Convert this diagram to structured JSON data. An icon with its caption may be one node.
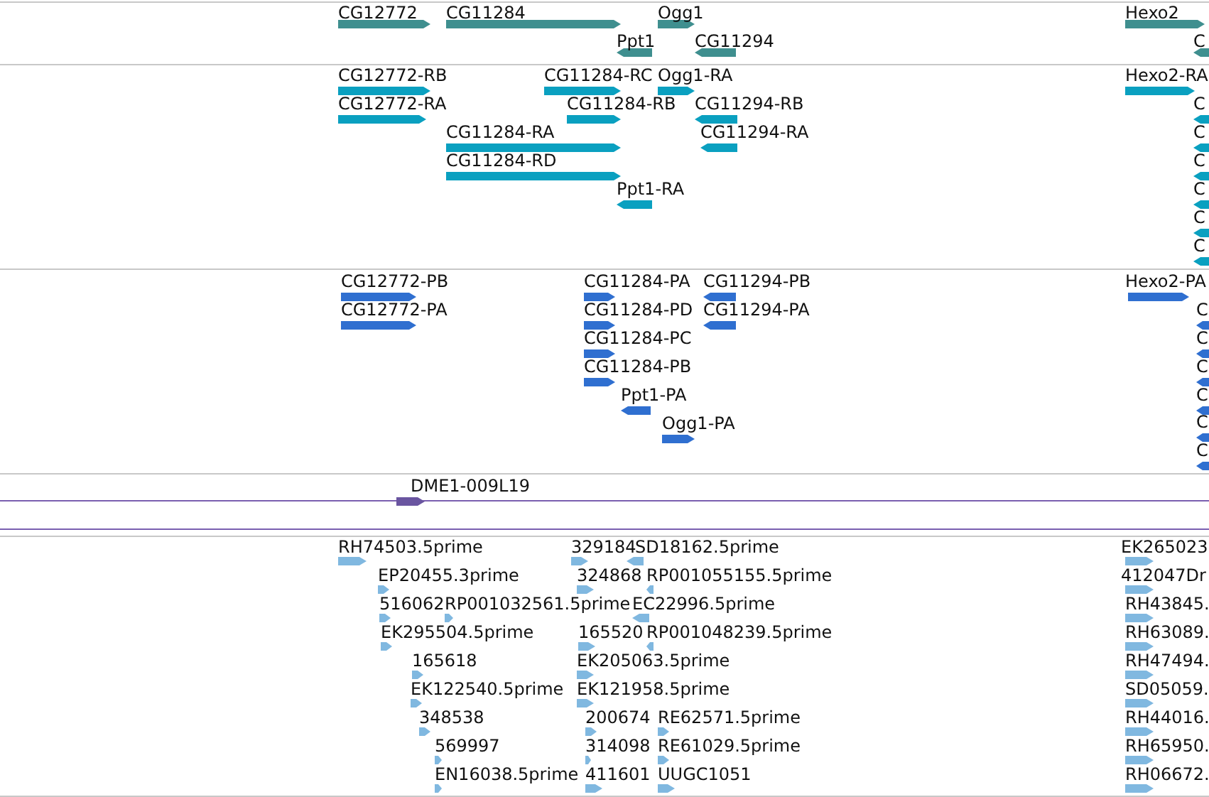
{
  "diagram": {
    "labels": [
      "CG12772",
      "CG11284",
      "Ogg1",
      "Hexo2",
      "Ppt1",
      "CG11294",
      "C",
      "CG12772-RB",
      "CG11284-RC",
      "Ogg1-RA",
      "Hexo2-RA",
      "CG12772-RA",
      "CG11284-RB",
      "CG11294-RB",
      "C",
      "CG11284-RA",
      "CG11294-RA",
      "C",
      "CG11284-RD",
      "C",
      "Ppt1-RA",
      "C",
      "C",
      "C",
      "CG12772-PB",
      "CG11284-PA",
      "CG11294-PB",
      "Hexo2-PA",
      "CG12772-PA",
      "CG11284-PD",
      "CG11294-PA",
      "C",
      "CG11284-PC",
      "C",
      "CG11284-PB",
      "C",
      "Ppt1-PA",
      "C",
      "Ogg1-PA",
      "C",
      "C",
      "DME1-009L19",
      "RH74503.5prime",
      "329184",
      "SD18162.5prime",
      "EK265023",
      "EP20455.3prime",
      "324868",
      "RP001055155.5prime",
      "412047Dr",
      "516062",
      "RP001032561.5prime",
      "EC22996.5prime",
      "RH43845.",
      "EK295504.5prime",
      "165520",
      "RP001048239.5prime",
      "RH63089.",
      "165618",
      "EK205063.5prime",
      "RH47494.",
      "EK122540.5prime",
      "EK121958.5prime",
      "SD05059.",
      "348538",
      "200674",
      "RE62571.5prime",
      "RH44016.",
      "569997",
      "314098",
      "RE61029.5prime",
      "RH65950.",
      "EN16038.5prime",
      "411601",
      "UUGC1051",
      "RH06672."
    ]
  }
}
